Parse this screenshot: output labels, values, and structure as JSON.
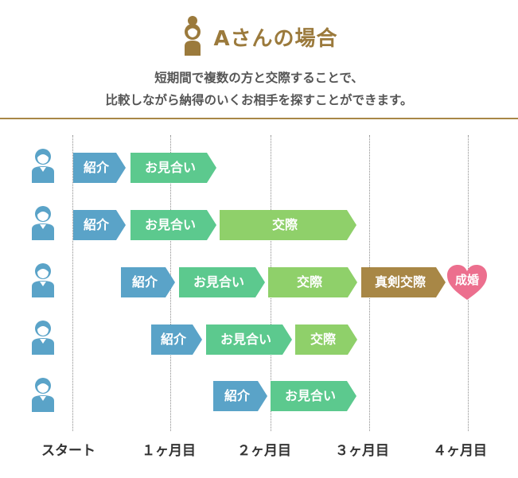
{
  "header": {
    "title": "Aさんの場合",
    "subtitle_line1": "短期間で複数の方と交際することで、",
    "subtitle_line2": "比較しながら納得のいくお相手を探すことができます。"
  },
  "timeline": {
    "labels": [
      "スタート",
      "１ヶ月目",
      "２ヶ月目",
      "３ヶ月目",
      "４ヶ月目"
    ]
  },
  "rows": [
    {
      "segments": [
        "紹介",
        "お見合い"
      ]
    },
    {
      "segments": [
        "紹介",
        "お見合い",
        "交際"
      ]
    },
    {
      "segments": [
        "紹介",
        "お見合い",
        "交際",
        "真剣交際"
      ],
      "end": "成婚"
    },
    {
      "segments": [
        "紹介",
        "お見合い",
        "交際"
      ]
    },
    {
      "segments": [
        "紹介",
        "お見合い"
      ]
    }
  ],
  "colors": {
    "brand": "#9b7a3c",
    "intro": "#5aa3c8",
    "miai": "#5cc98e",
    "kosai": "#8fd06a",
    "shinken": "#a88746",
    "heart": "#ec6f8e",
    "person": "#5aa3c8"
  },
  "icons": [
    "woman-icon",
    "person-icon",
    "heart-icon"
  ]
}
